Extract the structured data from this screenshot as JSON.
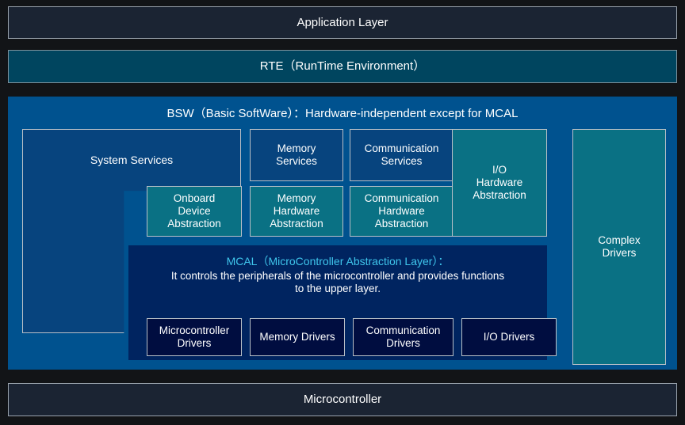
{
  "diagram": {
    "title": "AUTOSAR Layered Software Architecture",
    "colors": {
      "page_background": "#121417",
      "application_layer": "#1b2433",
      "rte": "#00455f",
      "bsw_background": "#00528f",
      "service_box": "#07447e",
      "hardware_abstraction": "#0a7184",
      "mcal_panel": "#002460",
      "driver_box": "#000d40",
      "mcal_title_text": "#3fc6ec",
      "border": "#b9c0c7",
      "text": "#ffffff"
    }
  },
  "application_layer": {
    "label": "Application Layer"
  },
  "rte": {
    "label": "RTE（RunTime Environment）"
  },
  "bsw": {
    "title": "BSW（Basic SoftWare）：Hardware-independent except for MCAL",
    "system_services": {
      "label": "System Services"
    },
    "services": [
      {
        "name": "memory-services",
        "label": "Memory\nServices"
      },
      {
        "name": "communication-services",
        "label": "Communication\nServices"
      }
    ],
    "hardware_abstractions": [
      {
        "name": "onboard-device-abstraction",
        "label": "Onboard\nDevice\nAbstraction"
      },
      {
        "name": "memory-hardware-abstraction",
        "label": "Memory\nHardware\nAbstraction"
      },
      {
        "name": "communication-hardware-abstraction",
        "label": "Communication\nHardware\nAbstraction"
      }
    ],
    "io_hardware_abstraction": {
      "label": "I/O\nHardware\nAbstraction"
    },
    "complex_drivers": {
      "label": "Complex\nDrivers"
    },
    "mcal": {
      "title": "MCAL（MicroController Abstraction Layer）：",
      "description": "It controls the peripherals of the microcontroller and provides functions\nto the upper layer.",
      "drivers": [
        {
          "name": "microcontroller-drivers",
          "label": "Microcontroller\nDrivers"
        },
        {
          "name": "memory-drivers",
          "label": "Memory Drivers"
        },
        {
          "name": "communication-drivers",
          "label": "Communication\nDrivers"
        },
        {
          "name": "io-drivers",
          "label": "I/O Drivers"
        }
      ]
    }
  },
  "microcontroller": {
    "label": "Microcontroller"
  }
}
